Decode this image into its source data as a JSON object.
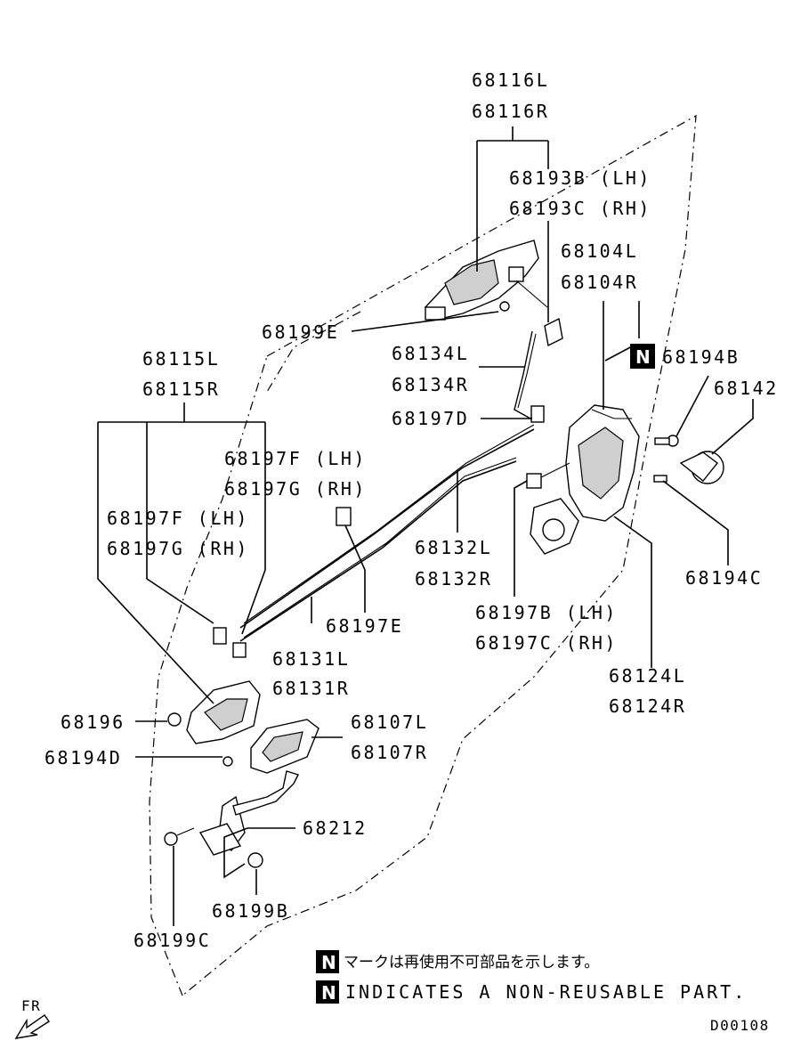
{
  "diagram": {
    "labels": {
      "p68116L": "68116L",
      "p68116R": "68116R",
      "p68193B": "68193B (LH)",
      "p68193C": "68193C (RH)",
      "p68104L": "68104L",
      "p68104R": "68104R",
      "p68194B": "68194B",
      "p68142": "68142",
      "p68199E": "68199E",
      "p68134L": "68134L",
      "p68134R": "68134R",
      "p68197D": "68197D",
      "p68115L": "68115L",
      "p68115R": "68115R",
      "p68197F_1": "68197F (LH)",
      "p68197G_1": "68197G (RH)",
      "p68197F_2": "68197F (LH)",
      "p68197G_2": "68197G (RH)",
      "p68132L": "68132L",
      "p68132R": "68132R",
      "p68194C": "68194C",
      "p68197E": "68197E",
      "p68197B": "68197B (LH)",
      "p68197C": "68197C (RH)",
      "p68131L": "68131L",
      "p68131R": "68131R",
      "p68124L": "68124L",
      "p68124R": "68124R",
      "p68196": "68196",
      "p68107L": "68107L",
      "p68107R": "68107R",
      "p68194D": "68194D",
      "p68212": "68212",
      "p68199B": "68199B",
      "p68199C": "68199C"
    },
    "badge_letter": "N",
    "note_jp": "マークは再使用不可部品を示します。",
    "note_en": "INDICATES A NON-REUSABLE PART.",
    "direction_label": "FR",
    "figure_code": "D00108"
  }
}
